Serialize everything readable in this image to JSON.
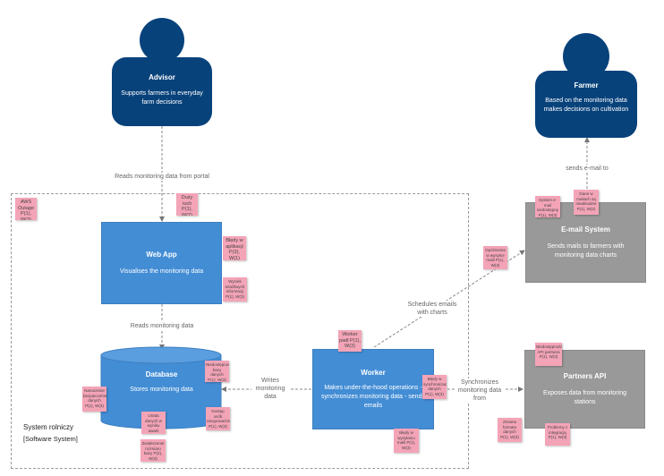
{
  "people": {
    "advisor": {
      "name": "Advisor",
      "description": "Supports farmers in everyday farm decisions"
    },
    "farmer": {
      "name": "Farmer",
      "description": "Based on the monitoring data makes decisions on cultivation"
    }
  },
  "system_boundary": {
    "name": "System rolniczy",
    "type": "[Software System]"
  },
  "containers": {
    "webapp": {
      "name": "Web App",
      "description": "Visualises the monitoring data"
    },
    "database": {
      "name": "Database",
      "description": "Stores monitoring data"
    },
    "worker": {
      "name": "Worker",
      "description": "Makes under-the-hood operations - synchronizes monitoring data - sends emails"
    }
  },
  "external_systems": {
    "email": {
      "name": "E-mail System",
      "description": "Sends mails to farmers with monitoring data charts"
    },
    "partners": {
      "name": "Partners API",
      "description": "Exposes data from monitoring stations"
    }
  },
  "relations": {
    "advisor_webapp": "Reads monitoring data from portal",
    "email_farmer": "sends e-mail to",
    "webapp_db": "Reads monitoring data",
    "worker_db": "Writes monitoring data",
    "worker_email": "Schedules emails with charts",
    "worker_partners": "Synchronizes monitoring data from"
  },
  "notes": {
    "aws": "AWS Outage P(1), W(3)",
    "dozy": "Duży ruch P(1), W(2)",
    "bledy_app": "Błędy w aplikacji P(3), W(1)",
    "webapp_small": "Wyciek wrażliwych informacji P(1), W(3)",
    "db_top": "Niedostępność bazy danych P(1), W(3)",
    "db_left": "Naruszenie bezpieczeństwa danych P(1), W(3)",
    "db_mid": "Utrata danych w wyniku awarii systemu P(1), W(3)",
    "db_right": "Dostęp osób nieupoważnionych P(1), W(3)",
    "db_bottom": "Zwiększenie rozmiaru bazy P(2), W(3)",
    "worker_top": "Worker padł P(1), W(3)",
    "worker_right": "Błędy w synchronizacji danych P(1), W(3)",
    "worker_bottom": "Błędy w wysyłaniu maili P(1), W(3)",
    "worker_email": "Opóźnienia w wysyłce maili P(1), W(3)",
    "email_a": "System e-mail niedostępny P(1), W(3)",
    "email_b": "Dane w mailach są nieaktualne P(1), W(2)",
    "partners_top": "Niedostępność API partnera P(1), W(3)",
    "partners_a": "Zmiana formatu danych P(1), W(3)",
    "partners_b": "Problemy z integracją P(1), W(3)"
  }
}
